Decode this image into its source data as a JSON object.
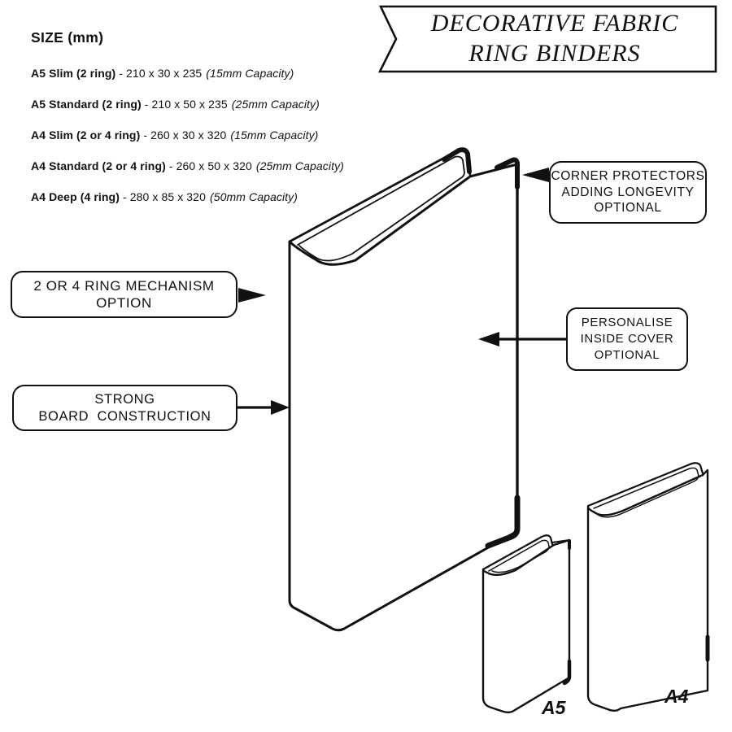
{
  "banner": {
    "line1": "DECORATIVE FABRIC",
    "line2": "RING BINDERS"
  },
  "size_list": {
    "heading": "SIZE (mm)",
    "items": [
      {
        "name": "A5 Slim (2 ring)",
        "dims": "- 210 x 30 x 235",
        "capacity": "(15mm Capacity)"
      },
      {
        "name": "A5 Standard (2 ring)",
        "dims": "- 210 x 50 x 235",
        "capacity": "(25mm Capacity)"
      },
      {
        "name": "A4 Slim (2 or 4 ring)",
        "dims": "- 260 x 30 x 320",
        "capacity": "(15mm Capacity)"
      },
      {
        "name": "A4 Standard (2 or 4 ring)",
        "dims": "- 260 x 50 x 320",
        "capacity": "(25mm Capacity)"
      },
      {
        "name": "A4 Deep (4 ring)",
        "dims": "- 280 x 85 x 320",
        "capacity": "(50mm Capacity)"
      }
    ]
  },
  "callouts": {
    "corner_protectors": {
      "line1": "CORNER PROTECTORS",
      "line2": "ADDING LONGEVITY",
      "line3": "OPTIONAL"
    },
    "ring_mechanism": {
      "line1": "2 OR 4 RING MECHANISM",
      "line2": "OPTION"
    },
    "personalise": {
      "line1": "PERSONALISE",
      "line2": "INSIDE COVER",
      "line3": "OPTIONAL"
    },
    "strong_board": {
      "line1": "STRONG",
      "line2": "BOARD  CONSTRUCTION"
    }
  },
  "labels": {
    "a5": "A5",
    "a4": "A4"
  },
  "colors": {
    "ink": "#111111",
    "bg": "#ffffff"
  }
}
